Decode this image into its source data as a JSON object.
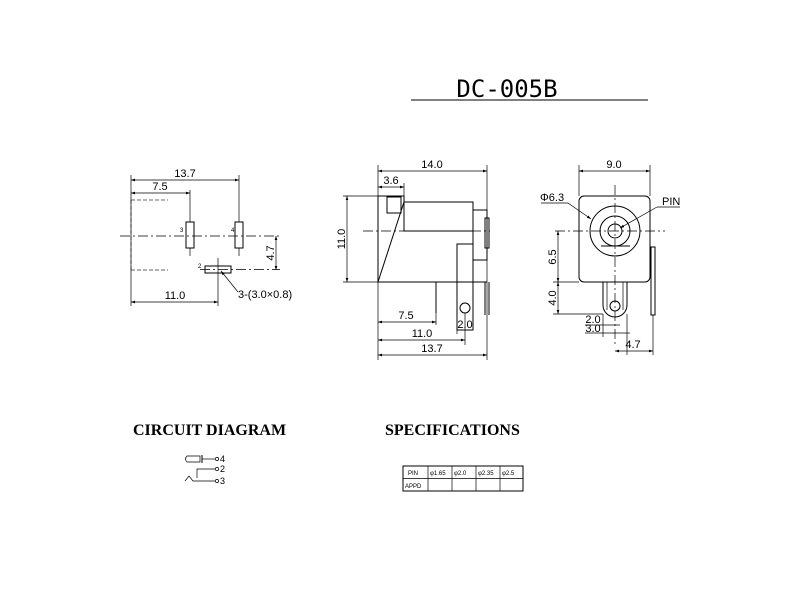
{
  "title": "DC-005B",
  "left_view": {
    "dim_overall": "13.7",
    "dim_pin3": "7.5",
    "dim_pin2": "11.0",
    "dim_offset": "4.7",
    "pin_labels": [
      "3",
      "4",
      "2"
    ],
    "pin_note": "3-(3.0×0.8)"
  },
  "side_view": {
    "dim_length": "14.0",
    "dim_front": "3.6",
    "dim_height": "11.0",
    "dim_pin1": "7.5",
    "dim_pin2": "11.0",
    "dim_pin3": "13.7",
    "dim_tab": "2.0"
  },
  "front_view": {
    "dim_width": "9.0",
    "dim_diameter": "Φ6.3",
    "pin_label": "PIN",
    "dim_center": "6.5",
    "dim_pins": "4.0",
    "dim_hole": "2.0",
    "dim_tab": "3.0",
    "dim_side": "4.7"
  },
  "circuit": {
    "heading": "CIRCUIT DIAGRAM",
    "terminals": [
      "4",
      "2",
      "3"
    ]
  },
  "specifications": {
    "heading": "SPECIFICATIONS",
    "rows": [
      [
        "PIN",
        "φ1.65",
        "φ2.0",
        "φ2.35",
        "φ2.5"
      ],
      [
        "APPD",
        "",
        "",
        "",
        ""
      ]
    ]
  }
}
